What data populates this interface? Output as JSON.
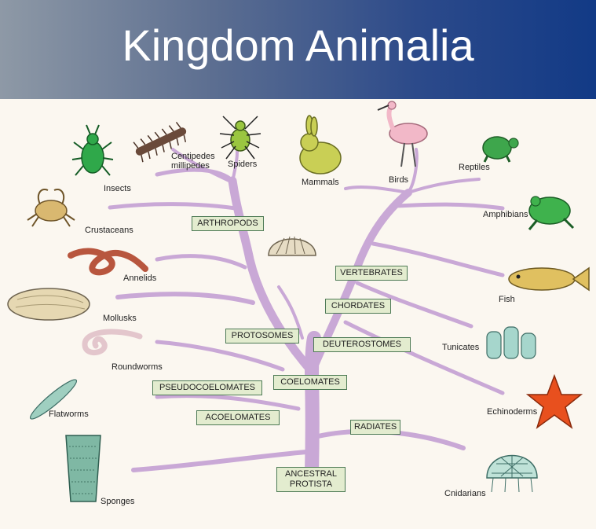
{
  "slide": {
    "title": "Kingdom Animalia"
  },
  "nodes": {
    "arthropods": "ARTHROPODS",
    "vertebrates": "VERTEBRATES",
    "chordates": "CHORDATES",
    "protosomes": "PROTOSOMES",
    "deuterostomes": "DEUTEROSTOMES",
    "coelomates": "COELOMATES",
    "pseudocoelomates": "PSEUDOCOELOMATES",
    "acoelomates": "ACOELOMATES",
    "radiates": "RADIATES",
    "ancestral_line1": "ANCESTRAL",
    "ancestral_line2": "PROTISTA"
  },
  "groups": {
    "insects": "Insects",
    "centipedes_line1": "Centipedes",
    "centipedes_line2": "millipedes",
    "spiders": "Spiders",
    "mammals": "Mammals",
    "birds": "Birds",
    "reptiles": "Reptiles",
    "crustaceans": "Crustaceans",
    "amphibians": "Amphibians",
    "annelids": "Annelids",
    "mollusks": "Mollusks",
    "fish": "Fish",
    "tunicates": "Tunicates",
    "roundworms": "Roundworms",
    "echinoderms": "Echinoderms",
    "flatworms": "Flatworms",
    "sponges": "Sponges",
    "cnidarians": "Cnidarians"
  },
  "colors": {
    "banner_left": "#8e99a6",
    "banner_right": "#123a86",
    "branch": "#c9a8d6",
    "node_fill": "#e3eccf",
    "node_border": "#4d7a55",
    "background": "#fbf7f0"
  }
}
